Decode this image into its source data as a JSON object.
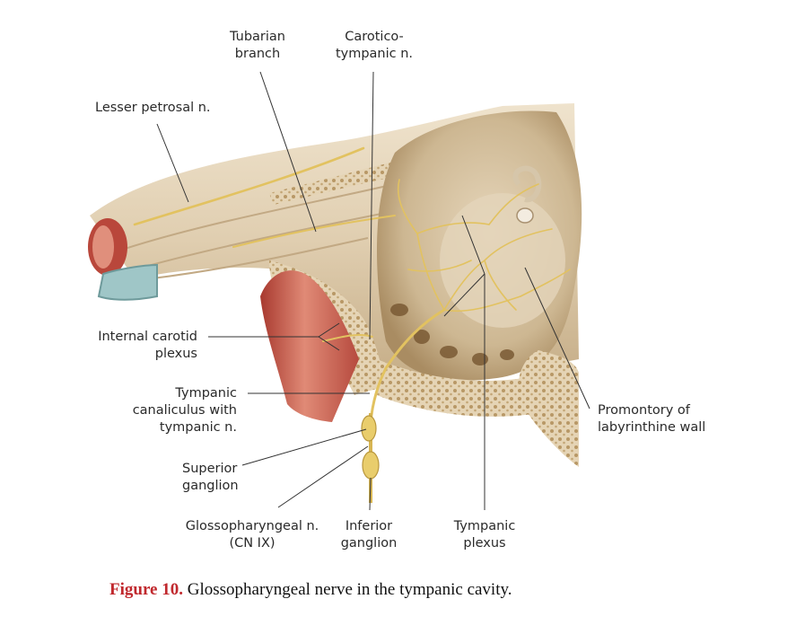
{
  "labels": {
    "tubarian_branch": [
      "Tubarian",
      "branch"
    ],
    "caroticotympanic": [
      "Carotico-",
      "tympanic n."
    ],
    "lesser_petrosal": [
      "Lesser petrosal n."
    ],
    "internal_carotid_plexus": [
      "Internal carotid",
      "plexus"
    ],
    "tympanic_canaliculus": [
      "Tympanic",
      "canaliculus with",
      "tympanic n."
    ],
    "superior_ganglion": [
      "Superior",
      "ganglion"
    ],
    "glossopharyngeal": [
      "Glossopharyngeal n.",
      "(CN IX)"
    ],
    "inferior_ganglion": [
      "Inferior",
      "ganglion"
    ],
    "tympanic_plexus": [
      "Tympanic",
      "plexus"
    ],
    "promontory": [
      "Promontory of",
      "labyrinthine wall"
    ]
  },
  "caption": {
    "figure_number": "Figure 10.",
    "text": " Glossopharyngeal nerve in the tympanic cavity."
  },
  "colors": {
    "bone": "#e3d3b8",
    "bone_shadow": "#c7b08c",
    "cancellous": "#b89866",
    "artery": "#c9554a",
    "artery_light": "#e18f7c",
    "nerve": "#e2c260",
    "cavity": "#ccb690",
    "leader": "#333333"
  }
}
